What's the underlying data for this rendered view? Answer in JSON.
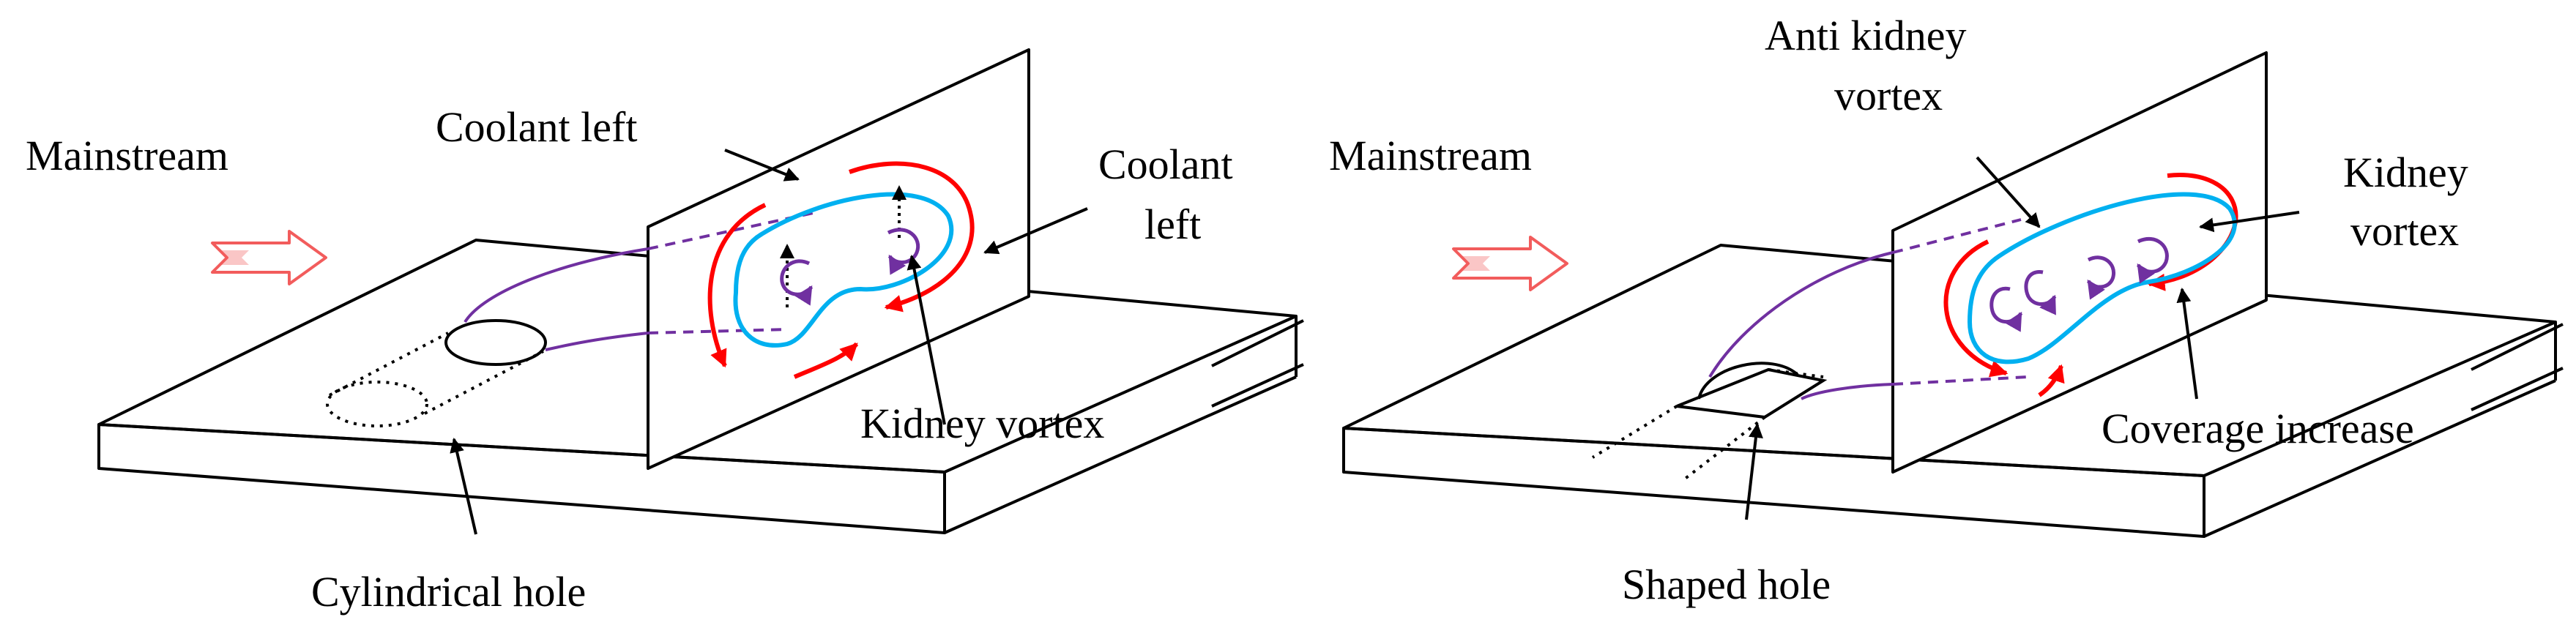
{
  "left_panel": {
    "mainstream_label": "Mainstream",
    "coolant_left_top_label": "Coolant left",
    "coolant_left_side_line1": "Coolant",
    "coolant_left_side_line2": "left",
    "kidney_vortex_label": "Kidney vortex",
    "hole_label": "Cylindrical hole"
  },
  "right_panel": {
    "mainstream_label": "Mainstream",
    "anti_kidney_line1": "Anti kidney",
    "anti_kidney_line2": "vortex",
    "kidney_line1": "Kidney",
    "kidney_line2": "vortex",
    "coverage_label": "Coverage increase",
    "hole_label": "Shaped hole"
  },
  "colors": {
    "outline": "#000000",
    "red_arrow": "#ff0000",
    "mainstream_arrow": "#f25c5c",
    "cyan_coolant": "#00b0f0",
    "purple_trajectory": "#7030a0",
    "purple_vortex": "#7030a0"
  }
}
